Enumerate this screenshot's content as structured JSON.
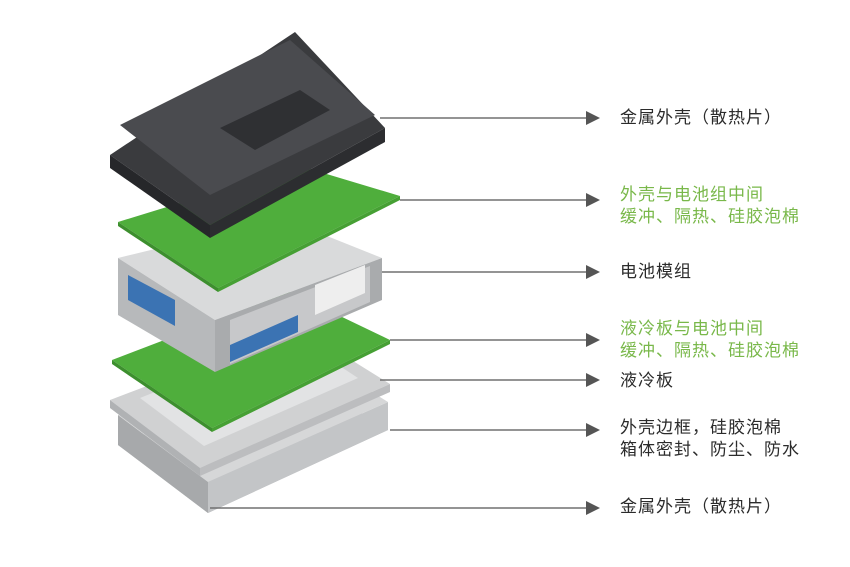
{
  "colors": {
    "green": "#79b84a",
    "black_text": "#2b2b2b",
    "arrow_line": "#707070",
    "pad_green": "#4fae3c",
    "housing_dark": "#2f3033",
    "frame_gray": "#c9cacb"
  },
  "layers": [
    {
      "id": "cover",
      "lines": [
        "金属外壳（散热片）"
      ],
      "color": "black"
    },
    {
      "id": "pad-top",
      "lines": [
        "外壳与电池组中间",
        "缓冲、隔热、硅胶泡棉"
      ],
      "color": "green"
    },
    {
      "id": "module",
      "lines": [
        "电池模组"
      ],
      "color": "black"
    },
    {
      "id": "pad-mid",
      "lines": [
        "液冷板与电池中间",
        "缓冲、隔热、硅胶泡棉"
      ],
      "color": "green"
    },
    {
      "id": "coldplate",
      "lines": [
        "液冷板"
      ],
      "color": "black"
    },
    {
      "id": "frame",
      "lines": [
        "外壳边框，硅胶泡棉",
        "箱体密封、防尘、防水"
      ],
      "color": "black"
    },
    {
      "id": "bottom",
      "lines": [
        "金属外壳（散热片）"
      ],
      "color": "black"
    }
  ]
}
